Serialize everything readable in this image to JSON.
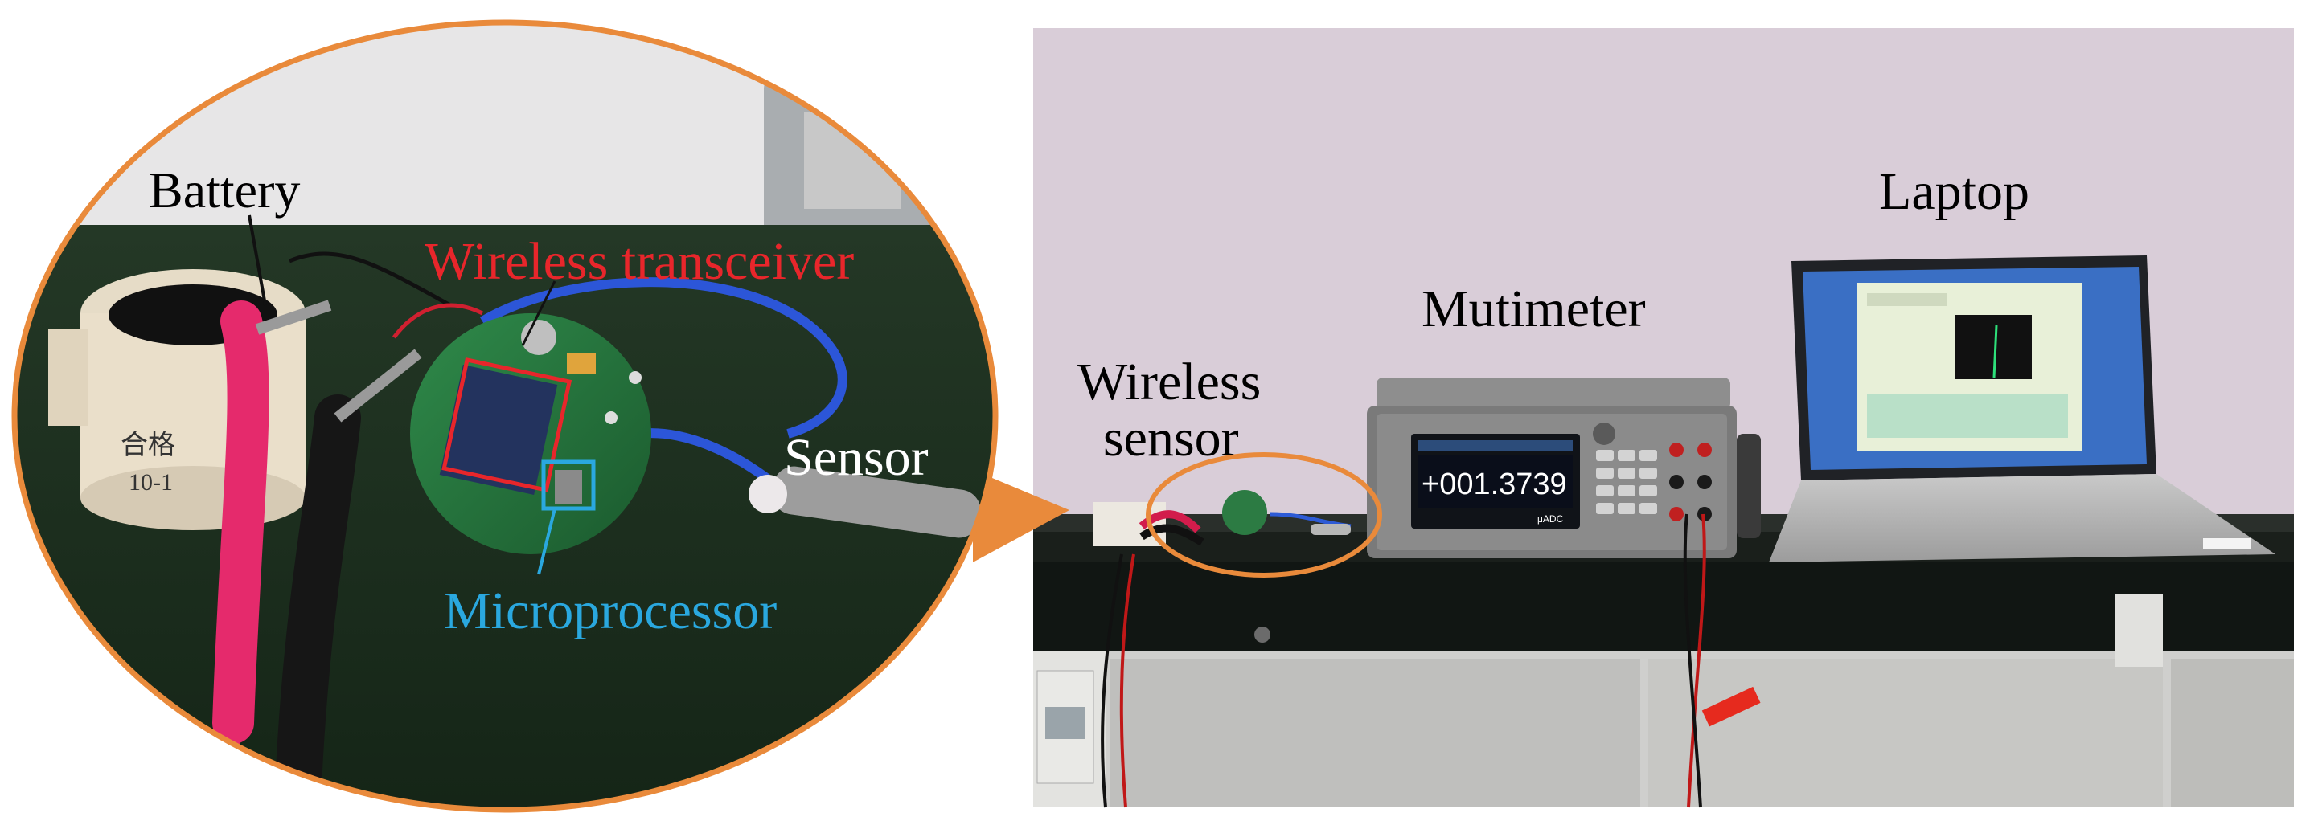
{
  "labels": {
    "battery": "Battery",
    "wireless_transceiver": "Wireless transceiver",
    "sensor": "Sensor",
    "microprocessor": "Microprocessor",
    "wireless_sensor_line1": "Wireless",
    "wireless_sensor_line2": "sensor",
    "mutimeter": "Mutimeter",
    "laptop": "Laptop"
  },
  "photo_text": {
    "holder_label_1": "合格",
    "holder_label_2": "10-1",
    "multimeter_reading": "+001.3739",
    "multimeter_unit": "μADC"
  },
  "colors": {
    "callout_orange": "#e98a3b",
    "transceiver_red": "#e8262b",
    "microprocessor_blue": "#2aa8df",
    "wall": "#d8ccd9",
    "bench": "#1f3020"
  }
}
